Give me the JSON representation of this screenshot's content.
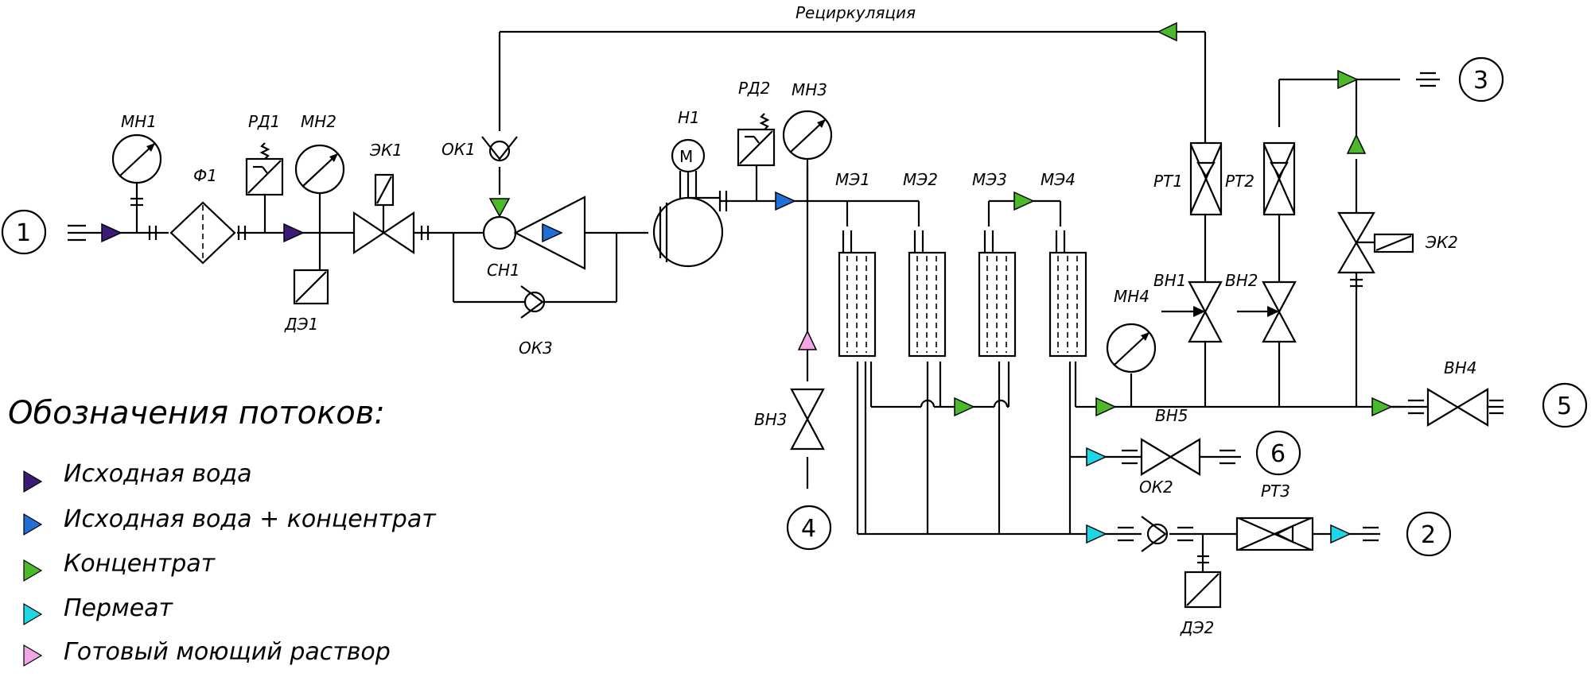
{
  "diagram": {
    "recirculation_label": "Рециркуляция",
    "components": {
      "MN1": "МН1",
      "MN2": "МН2",
      "MN3": "МН3",
      "MN4": "МН4",
      "F1": "Ф1",
      "RD1": "РД1",
      "RD2": "РД2",
      "EK1": "ЭК1",
      "EK2": "ЭК2",
      "DE1": "ДЭ1",
      "DE2": "ДЭ2",
      "OK1": "ОК1",
      "OK2": "ОК2",
      "OK3": "ОК3",
      "SN1": "СН1",
      "N1": "Н1",
      "ME1": "МЭ1",
      "ME2": "МЭ2",
      "ME3": "МЭ3",
      "ME4": "МЭ4",
      "RT1": "РТ1",
      "RT2": "РТ2",
      "RT3": "РТ3",
      "VN1": "ВН1",
      "VN2": "ВН2",
      "VN3": "ВН3",
      "VN4": "ВН4",
      "VN5": "ВН5"
    },
    "motor_symbol": "М",
    "ports": [
      "1",
      "2",
      "3",
      "4",
      "5",
      "6"
    ]
  },
  "legend": {
    "title": "Обозначения потоков:",
    "items": [
      {
        "label": "Исходная вода",
        "color": "#3c1a78"
      },
      {
        "label": "Исходная вода + концентрат",
        "color": "#1f6fd6"
      },
      {
        "label": "Концентрат",
        "color": "#4cb82c"
      },
      {
        "label": "Пермеат",
        "color": "#1ed6e6"
      },
      {
        "label": "Готовый моющий раствор",
        "color": "#f2a6e6"
      }
    ]
  }
}
